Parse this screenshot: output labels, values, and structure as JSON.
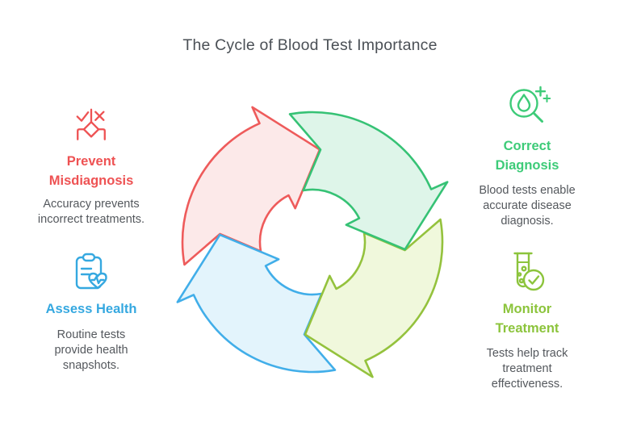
{
  "title": "The Cycle of Blood Test Importance",
  "title_color": "#4b5056",
  "text_color": "#54585d",
  "sections": {
    "prevent_misdiagnosis": {
      "heading_lines": [
        "Prevent",
        "Misdiagnosis"
      ],
      "body_lines": [
        "Accuracy prevents",
        "incorrect treatments."
      ],
      "accent_color": "#ee5253",
      "icon": "misdiagnosis-decision-icon"
    },
    "assess_health": {
      "heading_lines": [
        "Assess Health"
      ],
      "body_lines": [
        "Routine tests",
        "provide health",
        "snapshots."
      ],
      "accent_color": "#35a8e0",
      "icon": "clipboard-heart-icon"
    },
    "correct_diagnosis": {
      "heading_lines": [
        "Correct",
        "Diagnosis"
      ],
      "body_lines": [
        "Blood tests enable",
        "accurate disease",
        "diagnosis."
      ],
      "accent_color": "#3dcb78",
      "icon": "magnifier-blood-drop-icon"
    },
    "monitor_treatment": {
      "heading_lines": [
        "Monitor",
        "Treatment"
      ],
      "body_lines": [
        "Tests help track",
        "treatment",
        "effectiveness."
      ],
      "accent_color": "#8cc43c",
      "icon": "test-tube-check-icon"
    }
  },
  "cycle": {
    "direction": "clockwise",
    "arrows": [
      {
        "step": "prevent-misdiagnosis",
        "fill": "#fce9e9",
        "stroke": "#ee5b5b"
      },
      {
        "step": "assess-health",
        "fill": "#e3f4fc",
        "stroke": "#41aee9"
      },
      {
        "step": "monitor-treatment",
        "fill": "#f0f8dc",
        "stroke": "#94c23d"
      },
      {
        "step": "correct-diagnosis",
        "fill": "#def5e9",
        "stroke": "#36c275"
      }
    ]
  }
}
